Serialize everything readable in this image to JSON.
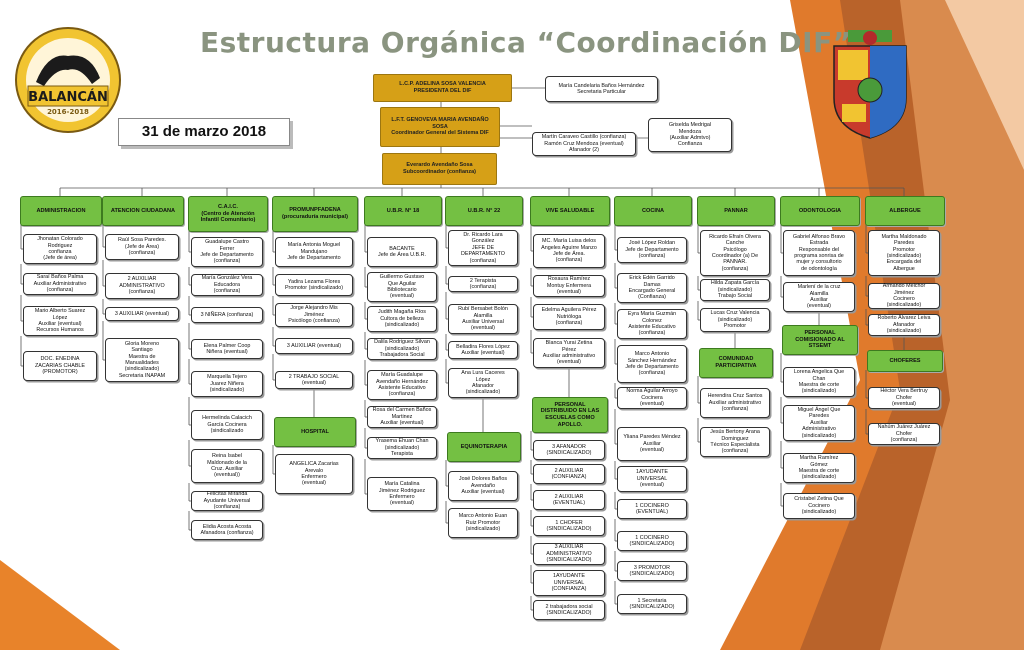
{
  "title": "Estructura Orgánica “Coordinación DIF”",
  "date": "31 de marzo 2018",
  "logo_left": {
    "text_top": "BALANCÁN",
    "text_bottom": "2016-2018",
    "icon": "jaguar-logo-icon"
  },
  "logo_right": {
    "icon": "coat-of-arms-icon"
  },
  "colors": {
    "gold": "#d6a017",
    "green": "#74c043",
    "orange": "#e8832a",
    "title": "#8a9480"
  },
  "top": {
    "president": "L.C.P. ADELINA SOSA VALENCIA\nPRESIDENTA DEL DIF",
    "coordinator": "L.F.T. GENOVEVA MARIA AVENDAÑO\nSOSA\nCoordinador General del Sistema DIF",
    "subcoordinator": "Everardo Avendaño Sosa\nSubcoordinador (confianza)",
    "private_secretary": "María Candelaria Baños Hernández\nSecretaria Particular",
    "assistant": "Griselda Medrigal\nMendoza\n(Auxiliar Admtvo)\nConfianza",
    "support": "Martín Caraveo Castillo (confianza)\nRamón Cruz Mendoza (eventual)\nAfanador (2)"
  },
  "columns": [
    {
      "header": "ADMINISTRACION",
      "boxes": [
        "Jhonatan Colorado\nRodriguez\nconfianza\n(Jefe de área)",
        "Saraí Baños Palma\nAuxiliar Administrativo\n(confianza)",
        "Mario Alberto Suarez\nLópez\nAuxiliar (eventual)\nRecursos Humanos",
        "DOC. ENEDINA\nZACARIAS CHABLE\n(PROMOTOR)"
      ]
    },
    {
      "header": "ATENCION CIUDADANA",
      "boxes": [
        "Raúl Sosa Paredes.\n(Jefe de Área)\n(confianza)",
        "2 AUXILIAR\nADMINISTRATIVO\n(confianza)",
        "3 AUXILIAR (eventual)",
        "Gloria Moreno\nSantiago\nMaestra de\nManualidades\n(sindicalizado)\nSecretaria INAPAM"
      ]
    },
    {
      "header": "C.A.I.C.\n(Centro de Atención\nInfantil Comunitario)",
      "boxes": [
        "Guadalupe Castro\nFerrer\nJefe de Departamento\n(confianza)",
        "María González Vera\nEducadora\n(confianza)",
        "3 NIÑERA (confianza)",
        "Elena Palmer Coop\nNiñera (eventual)",
        "Marquella Tejero\nJuarez Niñera\n(sindicalizado)",
        "Hermelinda Calacich\nGarcía Cocinera\n(sindicalizado",
        "Reina Isabel\nMaldonado de la\nCruz. Auxiliar\n(eventual))",
        "Felicitas Miranda\nAyudante Universal\n(confianza)",
        "Elidia Acosta Acosta\nAfanadora (confianza)"
      ]
    },
    {
      "header": "PROMUNPFADENA\n(procuraduría municipal)",
      "boxes": [
        "María Antonia Moguel\nMandujano\nJefe de Departamento",
        "Yadira Lezama Flores\nPromotor (sindicalizado)",
        "Jorge Alejandro Mis\nJiménez\nPsicólogo (confianza)",
        "3 AUXILIAR (eventual)",
        "2 TRABAJO SOCIAL\n(eventual)"
      ],
      "subheader": "HOSPITAL",
      "subboxes": [
        "ANGELICA Zacarias\nArevalo\nEnfermero\n(eventual)"
      ]
    },
    {
      "header": "U.B.R. N° 18",
      "boxes": [
        "BACANTE\nJefe de Área U.B.R.",
        "Guillermo Gustavo\nQue Aguilar\nBibliotecario\n(eventual)",
        "Judith Magaña Ríos\nCultora de belleza\n(sindicalizado)",
        "Dalila Rodriguez Silvan\n(sindicalizado)\nTrabajadora Social",
        "María Guadalupe\nAvendaño Hernández\nAsistente Educativo\n(confianza)",
        "Rosa del Carmen Baños\nMartinez\nAuxiliar (eventual)",
        "Yrasema Ehuan Chan\n(sindicalizado)\nTerapista",
        "María Catalina\nJiménez Rodriguez\nEnfermero\n(eventual)"
      ]
    },
    {
      "header": "U.B.R. N° 22",
      "boxes": [
        "Dr. Ricardo Lara\nGonzález\nJEFE DE\nDEPARTAMENTO\n(confianza)",
        "2 Terapista\n(confianza)",
        "Rubí Bersabet Bolón\nAlamilla\nAuxiliar Universal\n(eventual)",
        "Belladira Flores López\nAuxiliar (eventual)",
        "Ana Lura Caceres\nLópez\nAfanador\n(sindicalizado)"
      ],
      "subheader": "EQUINOTERAPIA",
      "subboxes": [
        "José Dolores Baños\nAvendaño\nAuxiliar (eventual)",
        "Marco Antonio Euan\nRuiz Promotor\n(sindicalizado)"
      ]
    },
    {
      "header": "VIVE SALUDABLE",
      "boxes": [
        "MC. María Luisa delos\nAngeles Aguirre Manzo\nJefe de Área.\n(confianza)",
        "Roxaura Ramírez\nMontuy Enfermera\n(eventual)",
        "Edelma Aguilera Pérez\nNutrióloga\n(confianza)",
        "Blanca Yurai Zetina\nPérez\nAuxiliar administrativo\n(eventual)"
      ],
      "subheader": "PERSONAL\nDISTRIBUIDO EN LAS\nESCUELAS COMO\nAPOLLO.",
      "subboxes": [
        "3 AFANADOR\n(SINDICALIZADO)",
        "2 AUXILIAR\n(CONFIANZA)",
        "2 AUXILIAR\n(EVENTUAL)",
        "1 CHOFER\n(SINDICALIZADO)",
        "3 AUXILIAR\nADMINISTRATIVO\n(SINDICALIZADO)",
        "1AYUDANTE\nUNIVERSAL\n(CONFIANZA)",
        "2 trabajadora social\n(SINDICALIZADO)"
      ]
    },
    {
      "header": "COCINA",
      "boxes": [
        "José López Roldan\nJefe de Departamento\n(confianza)",
        "Erick Edén Garrido\nDamas\nEncargado General\n(Confianza)",
        "Eyra María Guzmán\nColonez\nAsistente Educativo\n(confianza)",
        "Marco Antonio\nSánchez Hernández\nJefe de Departamento\n(confianza)",
        "Norma Aguilar Arroyo\nCocinera\n(eventual)",
        "Yliana Paredes Méndez\nAuxiliar\n(eventual)",
        "1AYUDANTE\nUNIVERSAL\n(eventual)",
        "1 COCINERO\n(EVENTUAL)",
        "1 COCINERO\n(SINDICALIZADO)",
        "3 PROMOTOR\n(SINDICALIZADO)",
        "1 Secretaria\n(SINDICALIZADO)"
      ]
    },
    {
      "header": "PANNAR",
      "boxes": [
        "Ricardo Efraín Olvera\nCanche\nPsicólogo\nCoordinador (a) De\nPANNAR.\n(confianza)",
        "Hilda Zapata García\n(sindicalizado)\nTrabajo Social",
        "Lucas Cruz Valencia\n(sindicalizado)\nPromotor"
      ],
      "subheader": "COMUNIDAD\nPARTICIPATIVA",
      "subboxes": [
        "Herendira Cruz Santos\nAuxiliar administrativo\n(confianza)",
        "Jesús Bertony Arana\nDominguez\nTécnico Especialista\n(confianza)"
      ]
    },
    {
      "header": "ODONTOLOGIA",
      "boxes": [
        "Gabriel Alfonso Bravo\nEstrada\nResponsable del\nprograma sonrisa de\nmujer y consultorio\nde odontología",
        "Marlení de la cruz\nAlamilla\nAuxiliar\n(eventual)"
      ],
      "subheader": "PERSONAL\nCOMISIONADO AL\nSTSEMT",
      "subboxes": [
        "Lorena Angelica Que\nChan\nMaestra de corte\n(sindicalizado)",
        "Miguel Ángel Que\nParedes\nAuxiliar\nAdministrativo\n(sindicalizado)",
        "Martha Ramírez\nGómez\nMaestra de corte\n(sindicalizado)",
        "Cristabel Zetina Que\nCocinero\n(sindicalizado)"
      ]
    },
    {
      "header": "ALBERGUE",
      "boxes": [
        "Martha Maldonado\nParedes\nPromotor\n(sindicalizado)\nEncargada del\nAlbergue",
        "Armando Melchor\nJiménez\nCocinero\n(sindicalizado)",
        "Roberto Álvarez Leiva\nAfanador\n(sindicalizado)"
      ],
      "subheader": "CHOFERES",
      "subboxes": [
        "Héctor Vera Bertruy\nChofer\n(eventual)",
        "Nahúm Juárez Juárez\nChofer\n(confianza)"
      ]
    }
  ]
}
